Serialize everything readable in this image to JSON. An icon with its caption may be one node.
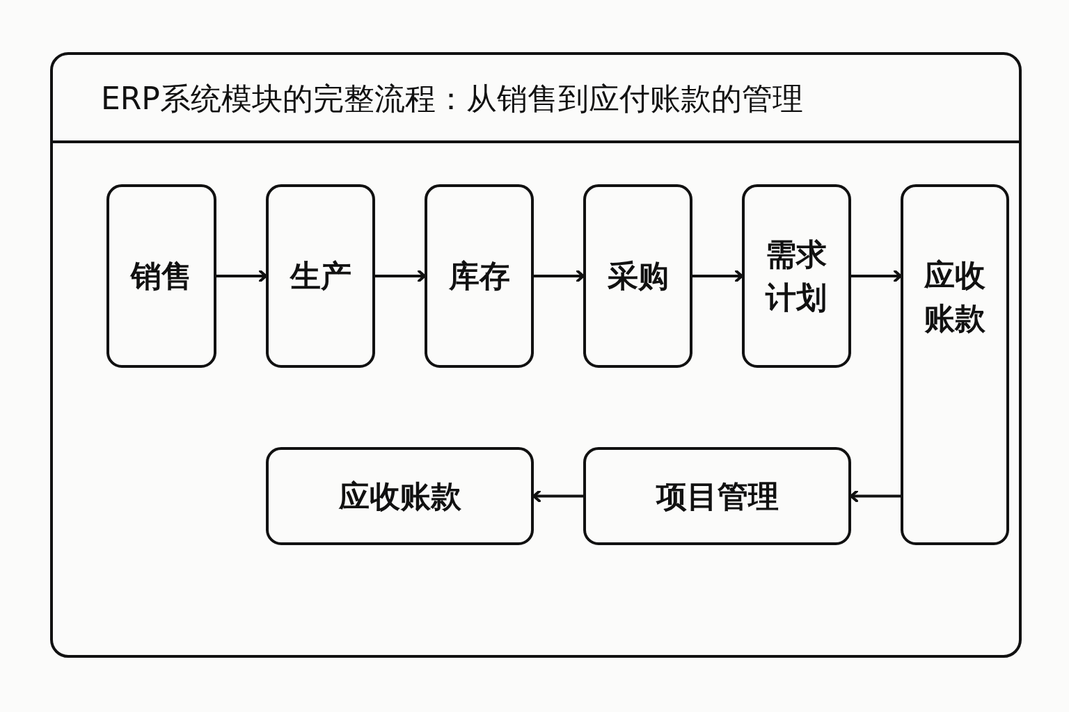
{
  "diagram": {
    "title": "ERP系统模块的完整流程：从销售到应付账款的管理",
    "nodes": [
      {
        "text": [
          "销售"
        ]
      },
      {
        "text": [
          "生产"
        ]
      },
      {
        "text": [
          "库存"
        ]
      },
      {
        "text": [
          "采购"
        ]
      },
      {
        "text": [
          "需求计划"
        ]
      },
      {
        "text": [
          "应收账款"
        ]
      },
      {
        "text": [
          "项目管理"
        ]
      },
      {
        "text": [
          "应收账款"
        ]
      }
    ],
    "edges": [
      {
        "from": 0,
        "to": 1,
        "arrow": "to"
      },
      {
        "from": 1,
        "to": 2,
        "arrow": "to"
      },
      {
        "from": 2,
        "to": 3,
        "arrow": "to"
      },
      {
        "from": 3,
        "to": 4,
        "arrow": "to"
      },
      {
        "from": 4,
        "to": 5,
        "arrow": "to"
      },
      {
        "from": 5,
        "to": 6,
        "arrow": "to"
      },
      {
        "from": 6,
        "to": 7,
        "arrow": "to"
      }
    ]
  }
}
